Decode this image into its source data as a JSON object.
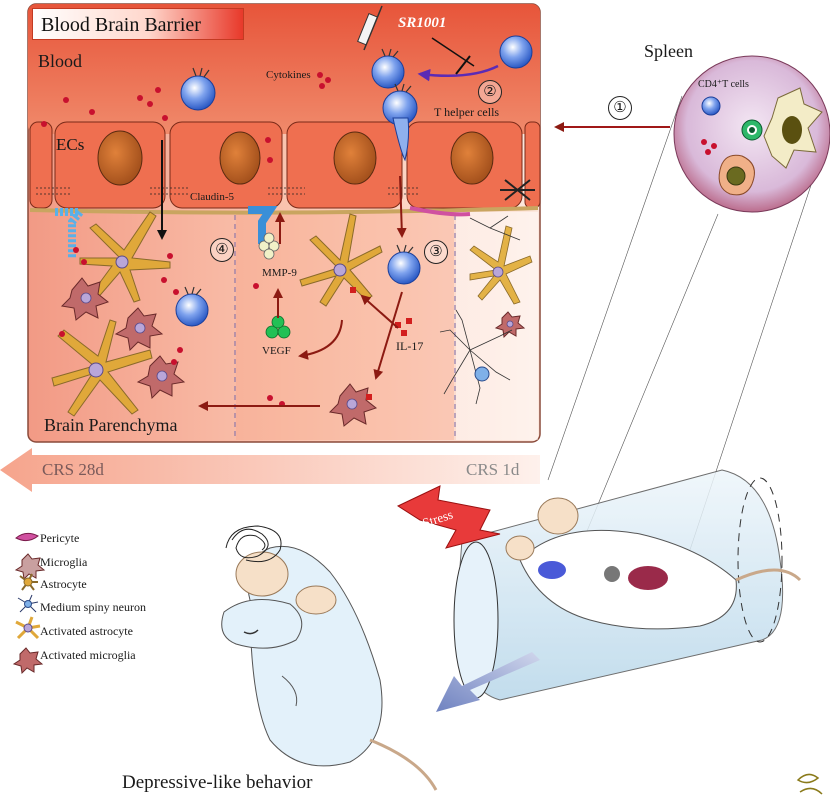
{
  "figure": {
    "title": "Blood Brain Barrier",
    "blood_label": "Blood",
    "ecs_label": "ECs",
    "drug_label": "SR1001",
    "cytokines_label": "Cytokines",
    "th_cells_label": "T helper cells",
    "claudin_label": "Claudin-5",
    "mmp9_label": "MMP-9",
    "vegf_label": "VEGF",
    "il17_label": "IL-17",
    "parenchyma_label": "Brain Parenchyma",
    "crs_long": "CRS 28d",
    "crs_short": "CRS 1d",
    "spleen_label": "Spleen",
    "cd4_label": "CD4⁺T cells",
    "stress_label": "Stress",
    "behavior_label": "Depressive-like behavior",
    "steps": [
      "①",
      "②",
      "③",
      "④"
    ]
  },
  "legend": [
    {
      "label": "Pericyte",
      "icon": "pericyte-icon"
    },
    {
      "label": "Microglia",
      "icon": "microglia-icon"
    },
    {
      "label": "Astrocyte",
      "icon": "astrocyte-icon"
    },
    {
      "label": "Medium spiny neuron",
      "icon": "neuron-icon"
    },
    {
      "label": "Activated astrocyte",
      "icon": "activated-astrocyte-icon"
    },
    {
      "label": "Activated microglia",
      "icon": "activated-microglia-icon"
    }
  ],
  "colors": {
    "blood": "#e86a4e",
    "endothelium": "#ef6f50",
    "parenchyma": "#f7b79f",
    "arrow": "#8c1a12",
    "t_cell": "#3c6fd8",
    "astrocyte": "#e0a83a",
    "microglia": "#c06a6a",
    "drug_arrow": "#5b2bb5"
  }
}
